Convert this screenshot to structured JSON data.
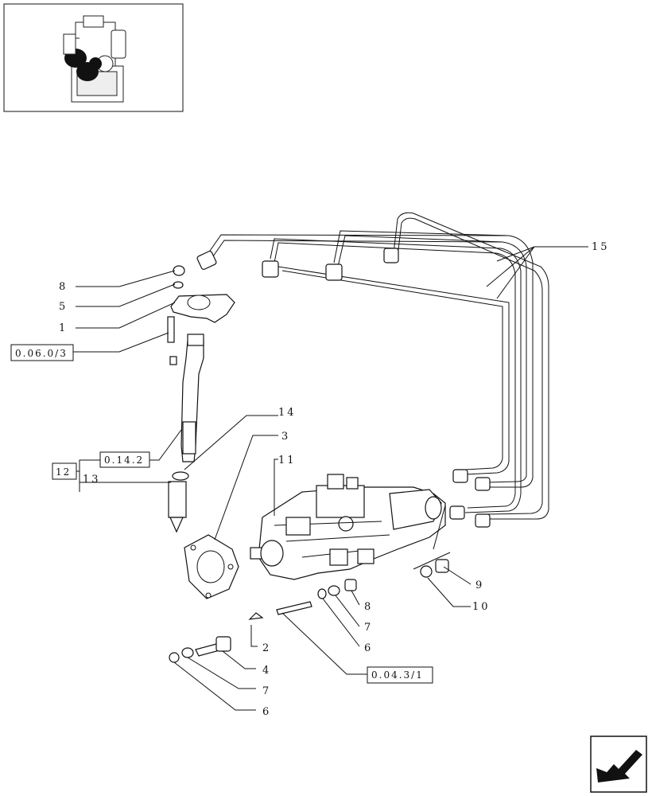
{
  "callouts": {
    "c8a": "8",
    "c5": "5",
    "c1": "1",
    "ref0603": "0.06.0/3",
    "c14": "14",
    "c3": "3",
    "c11": "11",
    "c12": "12",
    "ref0142": "0.14.2",
    "c13": "13",
    "c15": "15",
    "c9": "9",
    "c10": "10",
    "c8b": "8",
    "c7a": "7",
    "c6a": "6",
    "ref0431": "0.04.3/1",
    "c2": "2",
    "c4": "4",
    "c7b": "7",
    "c6b": "6"
  },
  "icons": {
    "thumbnail": "engine-location-thumbnail",
    "nav": "previous-page-arrow-icon"
  }
}
